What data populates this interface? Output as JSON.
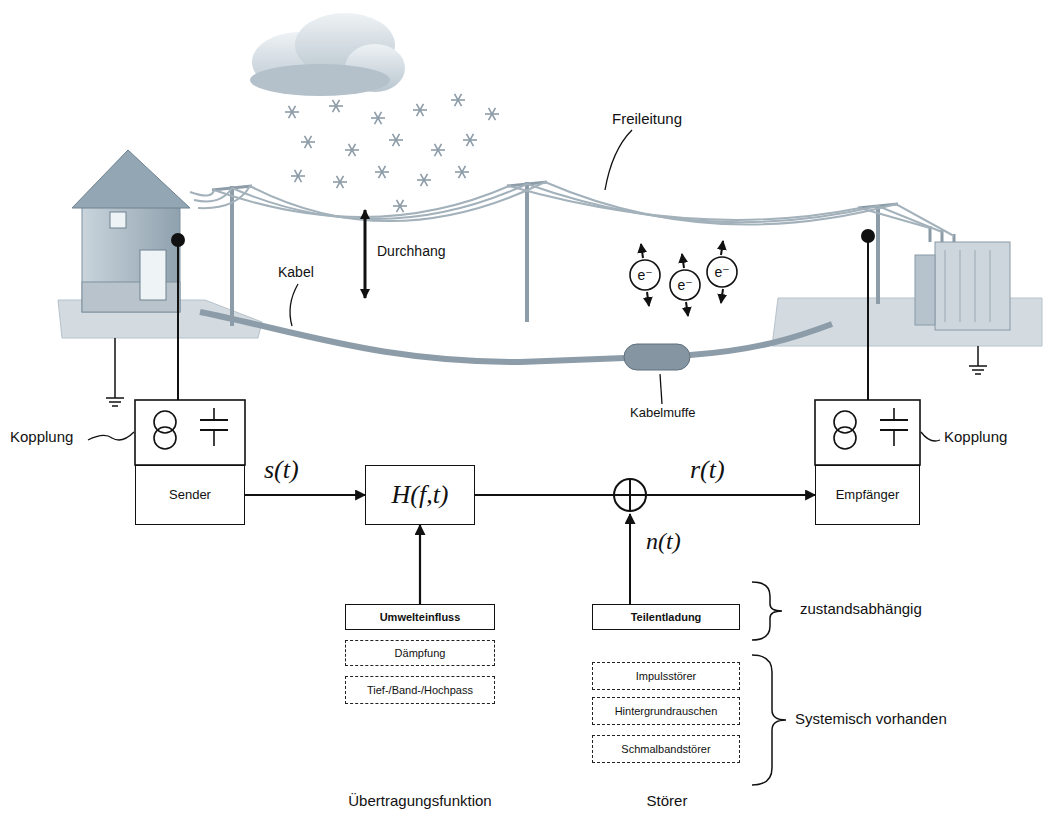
{
  "diagram": {
    "nodes": [
      {
        "text": [
          "e⁻"
        ]
      },
      {
        "text": [
          "e⁻"
        ]
      },
      {
        "text": [
          "e⁻"
        ]
      },
      {
        "text": [
          "Sender"
        ]
      },
      {
        "text": [
          "H(f,t)"
        ]
      },
      {
        "text": [
          "Empfänger"
        ]
      },
      {
        "text": [
          "Umwelteinfluss"
        ]
      },
      {
        "text": [
          "Dämpfung"
        ]
      },
      {
        "text": [
          "Tief-/Band-/Hochpass"
        ]
      },
      {
        "text": [
          "Teilentladung"
        ]
      },
      {
        "text": [
          "Impulsstörer"
        ]
      },
      {
        "text": [
          "Hintergrundrauschen"
        ]
      },
      {
        "text": [
          "Schmalbandstörer"
        ]
      }
    ],
    "edges": [
      {
        "from": 3,
        "to": 4,
        "label": "s(t)",
        "arrow": "to"
      },
      {
        "from": 6,
        "to": 4,
        "arrow": "to"
      },
      {
        "from": 4,
        "to": 5,
        "label": "r(t)",
        "arrow": "to"
      }
    ],
    "labels": [
      "Freileitung",
      "Durchhang",
      "Kabel",
      "Kabelmuffe",
      "Kopplung",
      "Kopplung",
      "n(t)",
      "zustandsabhängig",
      "Systemisch vorhanden",
      "Übertragungsfunktion",
      "Störer"
    ]
  }
}
